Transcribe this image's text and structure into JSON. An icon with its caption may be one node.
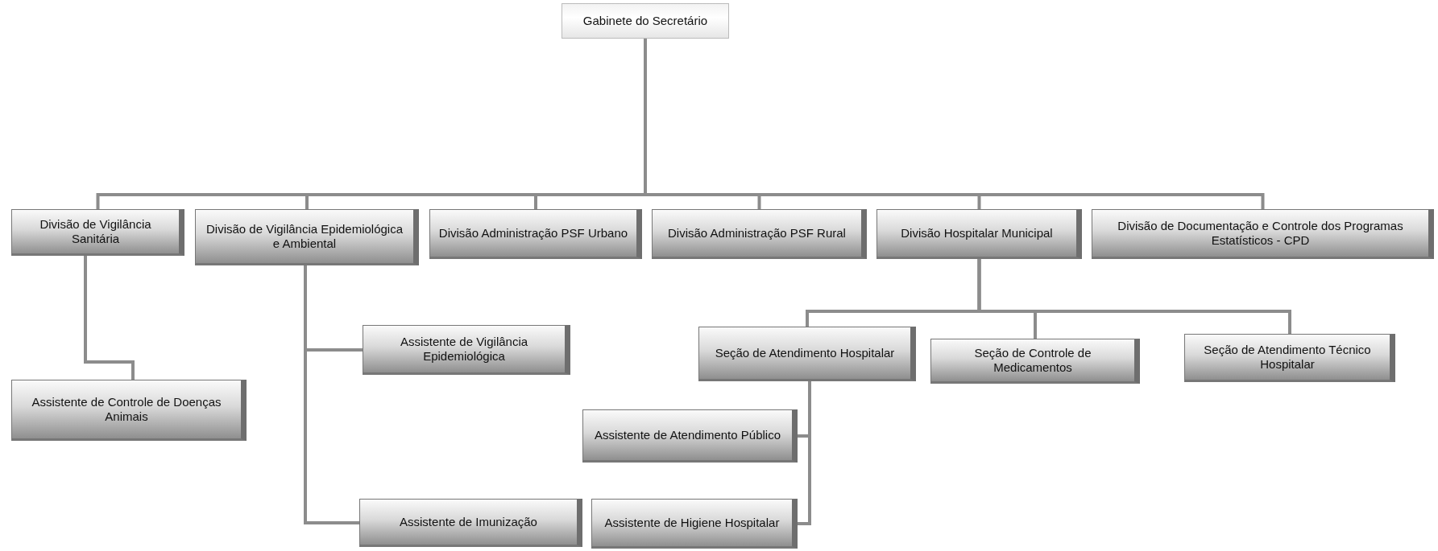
{
  "diagram": {
    "nodes": [
      {
        "text": [
          "Gabinete do Secretário"
        ]
      },
      {
        "text": [
          "Divisão de Vigilância Sanitária"
        ]
      },
      {
        "text": [
          "Divisão de Vigilância Epidemiológica e Ambiental"
        ]
      },
      {
        "text": [
          "Divisão Administração PSF Urbano"
        ]
      },
      {
        "text": [
          "Divisão Administração PSF Rural"
        ]
      },
      {
        "text": [
          "Divisão Hospitalar Municipal"
        ]
      },
      {
        "text": [
          "Divisão de Documentação e Controle dos Programas Estatísticos - CPD"
        ]
      },
      {
        "text": [
          "Assistente de Vigilância Epidemiológica"
        ]
      },
      {
        "text": [
          "Assistente de Controle de Doenças Animais"
        ]
      },
      {
        "text": [
          "Seção de Atendimento Hospitalar"
        ]
      },
      {
        "text": [
          "Seção de Controle de Medicamentos"
        ]
      },
      {
        "text": [
          "Seção de Atendimento Técnico Hospitalar"
        ]
      },
      {
        "text": [
          "Assistente de Atendimento Público"
        ]
      },
      {
        "text": [
          "Assistente de Imunização"
        ]
      },
      {
        "text": [
          "Assistente de Higiene Hospitalar"
        ]
      }
    ],
    "edges": [
      {
        "from": 0,
        "to": 1,
        "arrow": "none"
      },
      {
        "from": 0,
        "to": 2,
        "arrow": "none"
      },
      {
        "from": 0,
        "to": 3,
        "arrow": "none"
      },
      {
        "from": 0,
        "to": 4,
        "arrow": "none"
      },
      {
        "from": 0,
        "to": 5,
        "arrow": "none"
      },
      {
        "from": 0,
        "to": 6,
        "arrow": "none"
      },
      {
        "from": 1,
        "to": 8,
        "arrow": "none"
      },
      {
        "from": 2,
        "to": 7,
        "arrow": "none"
      },
      {
        "from": 2,
        "to": 13,
        "arrow": "none"
      },
      {
        "from": 5,
        "to": 9,
        "arrow": "none"
      },
      {
        "from": 5,
        "to": 10,
        "arrow": "none"
      },
      {
        "from": 5,
        "to": 11,
        "arrow": "none"
      },
      {
        "from": 9,
        "to": 12,
        "arrow": "none"
      },
      {
        "from": 9,
        "to": 14,
        "arrow": "none"
      }
    ]
  }
}
